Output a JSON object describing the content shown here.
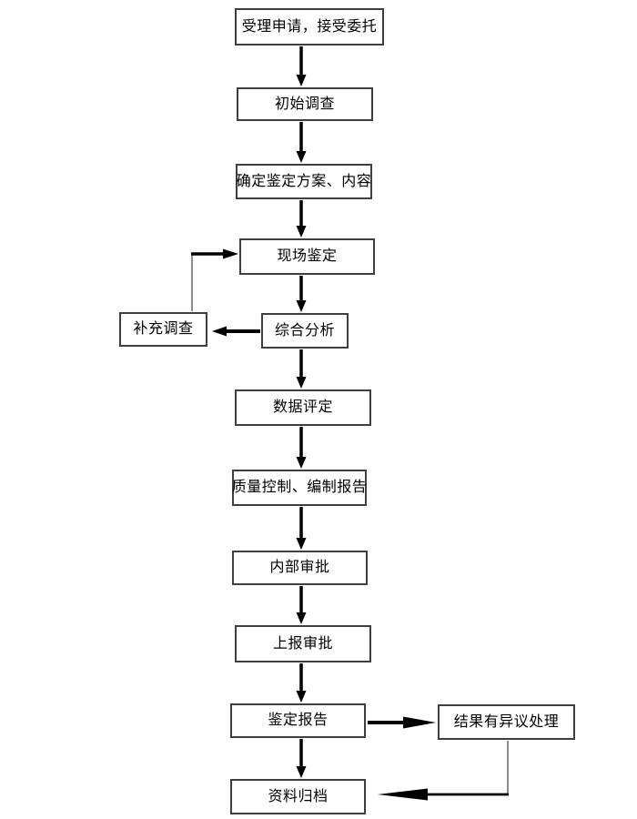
{
  "diagram": {
    "type": "flowchart",
    "direction": "top-down",
    "background_color": "#ffffff",
    "box_fill": "#ffffff",
    "box_border_color": "#3f3f3f",
    "arrow_color": "#000000",
    "elbow_line_color": "#808080",
    "text_color": "#000000",
    "nodes": [
      {
        "id": "accept-application",
        "label": "受理申请，接受委托"
      },
      {
        "id": "initial-investigation",
        "label": "初始调查"
      },
      {
        "id": "determine-plan",
        "label": "确定鉴定方案、内容"
      },
      {
        "id": "site-appraisal",
        "label": "现场鉴定"
      },
      {
        "id": "comprehensive-analysis",
        "label": "综合分析"
      },
      {
        "id": "supplementary-investigation",
        "label": "补充调查"
      },
      {
        "id": "data-evaluation",
        "label": "数据评定"
      },
      {
        "id": "quality-control-report",
        "label": "质量控制、编制报告"
      },
      {
        "id": "internal-approval",
        "label": "内部审批"
      },
      {
        "id": "submit-approval",
        "label": "上报审批"
      },
      {
        "id": "appraisal-report",
        "label": "鉴定报告"
      },
      {
        "id": "dispute-handling",
        "label": "结果有异议处理"
      },
      {
        "id": "archive",
        "label": "资料归档"
      }
    ],
    "edges": [
      {
        "from": "accept-application",
        "to": "initial-investigation",
        "style": "straight-arrow"
      },
      {
        "from": "initial-investigation",
        "to": "determine-plan",
        "style": "straight-arrow"
      },
      {
        "from": "determine-plan",
        "to": "site-appraisal",
        "style": "straight-arrow"
      },
      {
        "from": "site-appraisal",
        "to": "comprehensive-analysis",
        "style": "straight-arrow"
      },
      {
        "from": "comprehensive-analysis",
        "to": "supplementary-investigation",
        "style": "straight-arrow"
      },
      {
        "from": "supplementary-investigation",
        "to": "site-appraisal",
        "style": "elbow-arrow"
      },
      {
        "from": "comprehensive-analysis",
        "to": "data-evaluation",
        "style": "straight-arrow"
      },
      {
        "from": "data-evaluation",
        "to": "quality-control-report",
        "style": "straight-arrow"
      },
      {
        "from": "quality-control-report",
        "to": "internal-approval",
        "style": "straight-arrow"
      },
      {
        "from": "internal-approval",
        "to": "submit-approval",
        "style": "straight-arrow"
      },
      {
        "from": "submit-approval",
        "to": "appraisal-report",
        "style": "straight-arrow"
      },
      {
        "from": "appraisal-report",
        "to": "dispute-handling",
        "style": "straight-arrow"
      },
      {
        "from": "appraisal-report",
        "to": "archive",
        "style": "straight-arrow"
      },
      {
        "from": "dispute-handling",
        "to": "archive",
        "style": "elbow-arrow"
      }
    ]
  }
}
